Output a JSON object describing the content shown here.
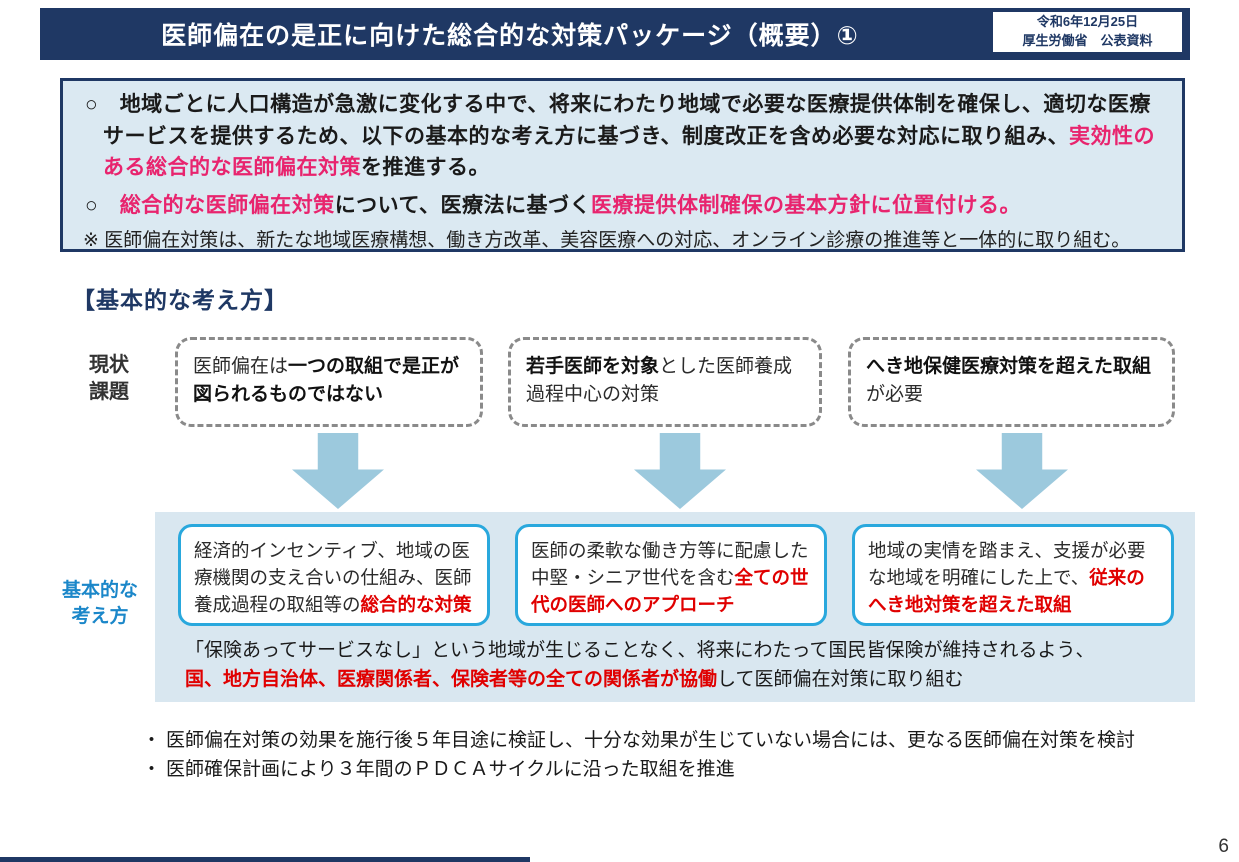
{
  "colors": {
    "navy": "#1f3864",
    "pink_emphasis": "#e8246e",
    "red_emphasis": "#e00000",
    "summary_bg": "#dbe9f2",
    "panel_bg": "#d9e7f0",
    "approach_border_blue": "#29a8dd",
    "arrow_blue": "#9cc9dd",
    "label_blue": "#1b87c9"
  },
  "header": {
    "title": "医師偏在の是正に向けた総合的な対策パッケージ（概要）①",
    "date_line1": "令和6年12月25日",
    "date_line2": "厚生労働省　公表資料"
  },
  "summary": {
    "marker": "○　",
    "b1_text1": "地域ごとに人口構造が急激に変化する中で、将来にわたり地域で必要な医療提供体制を確保し、適切な医療サービスを提供するため、以下の基本的な考え方に基づき、制度改正を含め必要な対応に取り組み、",
    "b1_highlight": "実効性のある総合的な医師偏在対策",
    "b1_text2": "を推進する。",
    "b2_highlight1": "総合的な医師偏在対策",
    "b2_text": "について、医療法に基づく",
    "b2_highlight2": "医療提供体制確保の基本方針に位置付ける。",
    "note": "※ 医師偏在対策は、新たな地域医療構想、働き方改革、美容医療への対応、オンライン診療の推進等と一体的に取り組む。"
  },
  "section_heading": "【基本的な考え方】",
  "labels": {
    "current_line1": "現状",
    "current_line2": "課題",
    "basic_line1": "基本的な",
    "basic_line2": "考え方"
  },
  "issues": [
    {
      "pre": "医師偏在は",
      "bold": "一つの取組で是正が図られるものではない",
      "post": ""
    },
    {
      "pre": "",
      "bold": "若手医師を対象",
      "post": "とした医師養成過程中心の対策"
    },
    {
      "pre": "",
      "bold": "へき地保健医療対策を超えた取組",
      "post": "が必要"
    }
  ],
  "approaches": [
    {
      "pre": "経済的インセンティブ、地域の医療機関の支え合いの仕組み、医師養成過程の取組等の",
      "red": "総合的な対策"
    },
    {
      "pre": "医師の柔軟な働き方等に配慮した中堅・シニア世代を含む",
      "red": "全ての世代の医師へのアプローチ"
    },
    {
      "pre": "地域の実情を踏まえ、支援が必要な地域を明確にした上で、",
      "red": "従来のへき地対策を超えた取組"
    }
  ],
  "panel_footer": {
    "line1": "「保険あってサービスなし」という地域が生じることなく、将来にわたって国民皆保険が維持されるよう、",
    "red": "国、地方自治体、医療関係者、保険者等の全ての関係者が協働",
    "rest": "して医師偏在対策に取り組む"
  },
  "footnotes": {
    "marker": "・",
    "items": [
      "医師偏在対策の効果を施行後５年目途に検証し、十分な効果が生じていない場合には、更なる医師偏在対策を検討",
      "医師確保計画により３年間のＰＤＣＡサイクルに沿った取組を推進"
    ]
  },
  "page_number": "6"
}
